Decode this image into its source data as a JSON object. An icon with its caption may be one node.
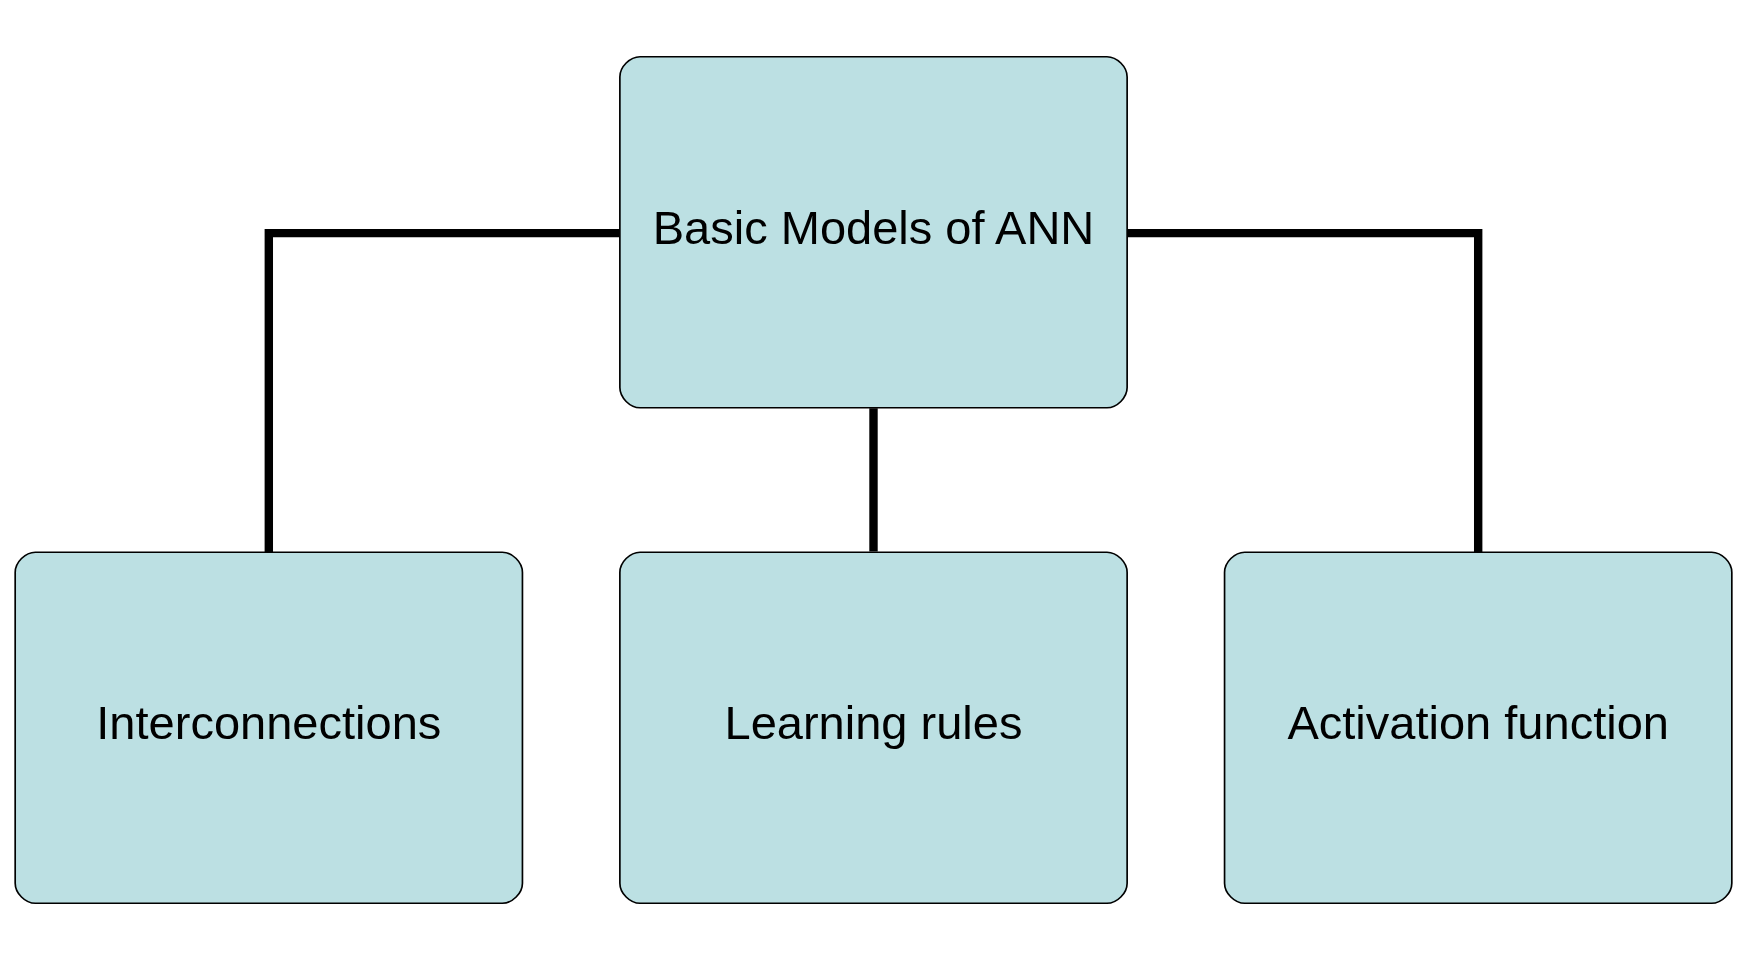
{
  "diagram": {
    "nodes": [
      {
        "text": [
          "Basic Models of ANN"
        ]
      },
      {
        "text": [
          "Interconnections"
        ]
      },
      {
        "text": [
          "Learning rules"
        ]
      },
      {
        "text": [
          "Activation function"
        ]
      }
    ],
    "edges": [
      {
        "from": 0,
        "to": 1,
        "arrow": "none"
      },
      {
        "from": 0,
        "to": 2,
        "arrow": "none"
      },
      {
        "from": 0,
        "to": 3,
        "arrow": "none"
      }
    ]
  }
}
